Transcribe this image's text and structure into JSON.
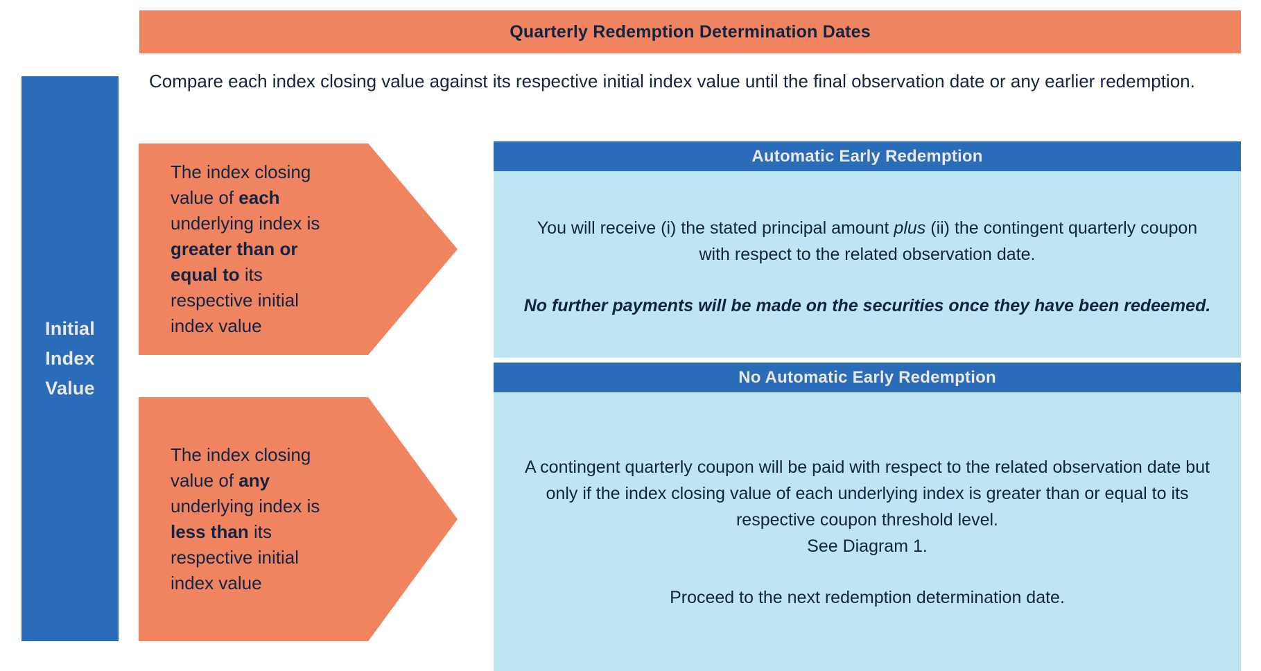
{
  "header": {
    "title": "Quarterly Redemption Determination Dates"
  },
  "intro": {
    "text": "Compare each index closing value against its respective initial index value until the final observation date or any earlier redemption."
  },
  "sidebar": {
    "lines": [
      "Initial",
      "Index",
      "Value"
    ]
  },
  "branches": [
    {
      "name": "greater-than-or-equal",
      "segments": [
        {
          "text": "The index closing value of ",
          "bold": false
        },
        {
          "text": "each",
          "bold": true
        },
        {
          "text": " underlying index is ",
          "bold": false
        },
        {
          "text": "greater than or equal to",
          "bold": true
        },
        {
          "text": " its respective initial index value",
          "bold": false
        }
      ]
    },
    {
      "name": "less-than",
      "segments": [
        {
          "text": "The index closing value of ",
          "bold": false
        },
        {
          "text": "any",
          "bold": true
        },
        {
          "text": " underlying index is ",
          "bold": false
        },
        {
          "text": "less than",
          "bold": true
        },
        {
          "text": " its respective initial index value",
          "bold": false
        }
      ]
    }
  ],
  "panels": [
    {
      "name": "automatic-early-redemption",
      "title": "Automatic Early Redemption",
      "paragraphs": [
        {
          "style": "normal",
          "segments": [
            {
              "text": "You will receive (i) the stated principal amount ",
              "italic": false
            },
            {
              "text": "plus",
              "italic": true
            },
            {
              "text": " (ii) the contingent quarterly coupon with respect to the related observation date.",
              "italic": false
            }
          ]
        },
        {
          "style": "italic-bold",
          "segments": [
            {
              "text": "No further payments will be made on the securities once they have been redeemed.",
              "italic": false
            }
          ]
        }
      ]
    },
    {
      "name": "no-automatic-early-redemption",
      "title": "No Automatic Early Redemption",
      "paragraphs": [
        {
          "style": "normal",
          "segments": [
            {
              "text": "A contingent quarterly coupon will be paid with respect to the related observation date but only if the index closing value of each underlying index is greater than or equal to its respective coupon threshold level.",
              "italic": false
            }
          ]
        },
        {
          "style": "normal",
          "segments": [
            {
              "text": "See Diagram 1.",
              "italic": false
            }
          ]
        },
        {
          "style": "normal",
          "segments": [
            {
              "text": "Proceed to the next redemption determination date.",
              "italic": false
            }
          ]
        }
      ]
    }
  ],
  "colors": {
    "salmon": "#f08461",
    "blue": "#2b6cb8",
    "light_blue": "#bfe5f3",
    "navy_text": "#12243f",
    "header_text_light": "#e9e9ea"
  }
}
